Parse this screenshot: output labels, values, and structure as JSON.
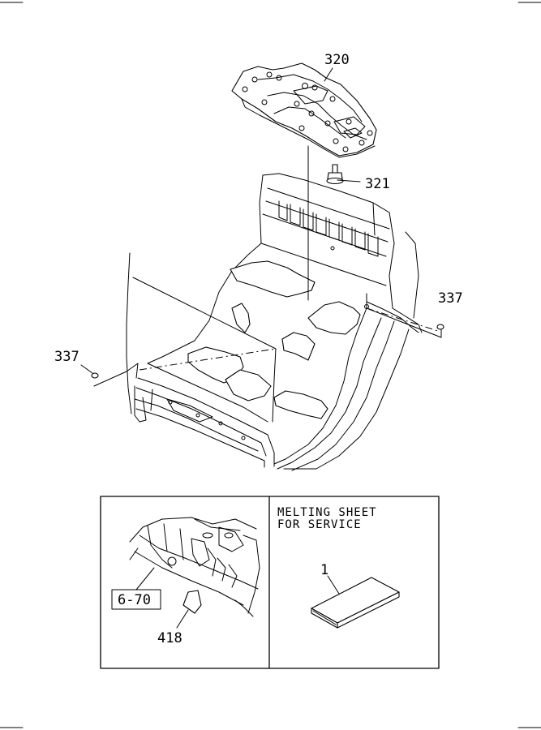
{
  "callouts": {
    "part_320": "320",
    "part_321": "321",
    "part_337_right": "337",
    "part_337_left": "337",
    "ref_6_70": "6-70",
    "part_418": "418",
    "part_1": "1"
  },
  "inset": {
    "note_line1": "MELTING SHEET",
    "note_line2": "FOR SERVICE"
  }
}
